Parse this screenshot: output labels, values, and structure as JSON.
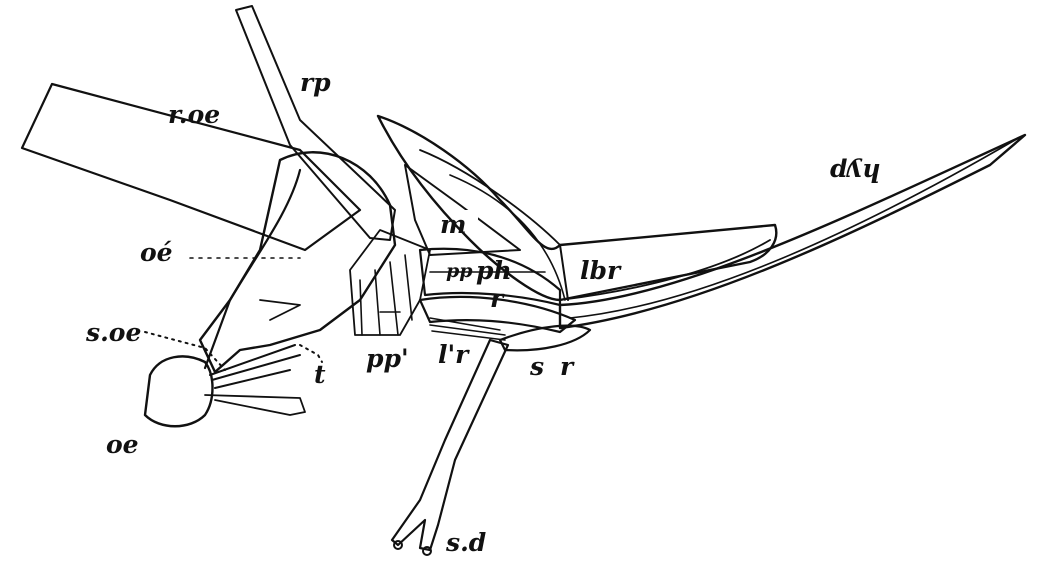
{
  "labels": {
    "r_oe": "r.oe",
    "rp": "rp",
    "hyp": "hyp",
    "m": "m",
    "oe_prime": "oé",
    "pp": "pp",
    "ph": "ph",
    "lbr": "lbr",
    "r": "r",
    "s_oe": "s.oe",
    "pp_prime": "pp'",
    "l_prime_r": "l'r",
    "t": "t",
    "s": "s",
    "r2": "r",
    "oe": "oe",
    "s_d": "s.d"
  }
}
